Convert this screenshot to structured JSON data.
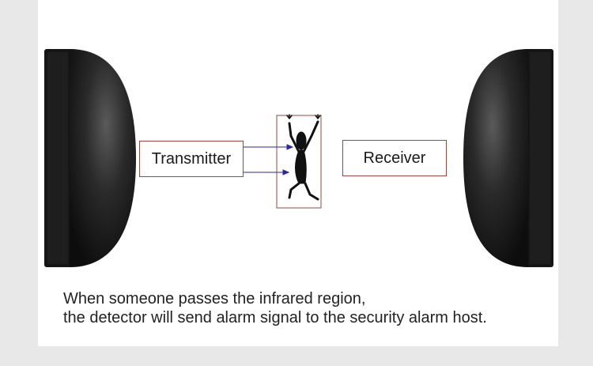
{
  "labels": {
    "transmitter": "Transmitter",
    "receiver": "Receiver"
  },
  "caption": {
    "line1": "When someone passes the infrared region,",
    "line2": "the detector will send alarm signal to the security alarm host."
  },
  "icons": {
    "figure": "running-person-icon",
    "beam": "infrared-beam-arrow-icon"
  },
  "colors": {
    "background": "#e8e8e8",
    "panel": "#ffffff",
    "box_border": "#9a4a3a",
    "arrow": "#2a2aa0",
    "device": "#1b1b1b"
  }
}
